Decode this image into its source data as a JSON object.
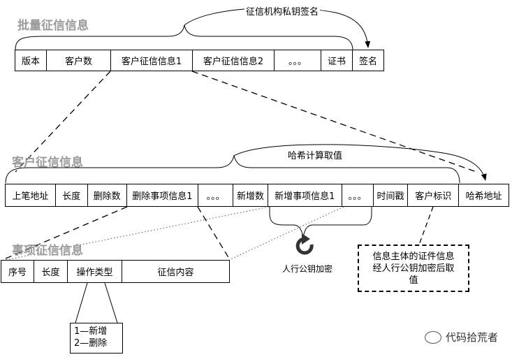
{
  "batch": {
    "title": "批量征信信息",
    "fields": [
      "版本",
      "客户数",
      "客户征信信息1",
      "客户征信信息2",
      "。。。",
      "证书"
    ],
    "signature": "签名",
    "sign_label": "征信机构私钥签名"
  },
  "customer": {
    "title": "客户征信信息",
    "fields": [
      "上笔地址",
      "长度",
      "删除数",
      "删除事项信息1",
      "。。。",
      "新增数",
      "新增事项信息1",
      "。。。",
      "时间戳",
      "客户标识"
    ],
    "hash_field": "哈希地址",
    "hash_label": "哈希计算取值",
    "encrypt_label": "人行公钥加密",
    "note_lines": [
      "信息主体的证件信息",
      "经人行公钥加密后取",
      "值"
    ]
  },
  "item": {
    "title": "事项征信信息",
    "fields": [
      "序号",
      "长度",
      "操作类型",
      "征信内容"
    ],
    "op_lines": [
      "1—新增",
      "2—删除"
    ]
  },
  "watermark": "代码拾荒者"
}
